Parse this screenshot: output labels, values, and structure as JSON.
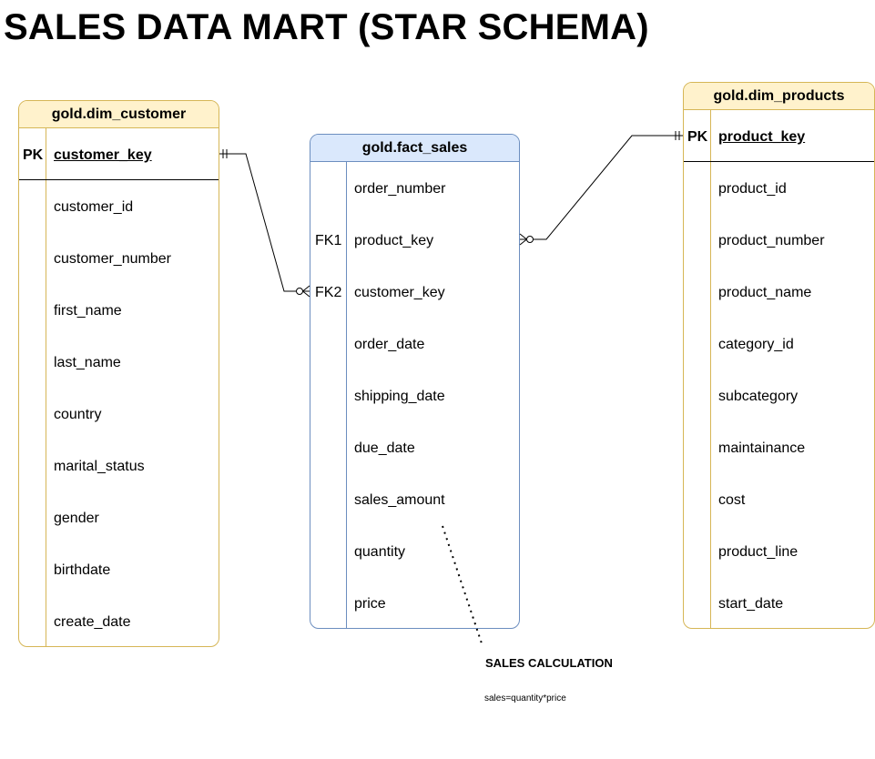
{
  "title": "SALES DATA MART (STAR SCHEMA)",
  "colors": {
    "dim_header_fill": "#fff2cc",
    "dim_border": "#d6b656",
    "fact_header_fill": "#dae8fc",
    "fact_border": "#6c8ebf"
  },
  "customer_table": {
    "name": "gold.dim_customer",
    "pk_label": "PK",
    "pk_field": "customer_key",
    "fields": [
      "customer_id",
      "customer_number",
      "first_name",
      "last_name",
      "country",
      "marital_status",
      "gender",
      "birthdate",
      "create_date"
    ]
  },
  "fact_table": {
    "name": "gold.fact_sales",
    "rows": [
      {
        "key": "",
        "field": "order_number"
      },
      {
        "key": "FK1",
        "field": "product_key"
      },
      {
        "key": "FK2",
        "field": "customer_key"
      },
      {
        "key": "",
        "field": "order_date"
      },
      {
        "key": "",
        "field": "shipping_date"
      },
      {
        "key": "",
        "field": "due_date"
      },
      {
        "key": "",
        "field": "sales_amount"
      },
      {
        "key": "",
        "field": "quantity"
      },
      {
        "key": "",
        "field": "price"
      }
    ]
  },
  "products_table": {
    "name": "gold.dim_products",
    "pk_label": "PK",
    "pk_field": "product_key",
    "fields": [
      "product_id",
      "product_number",
      "product_name",
      "category_id",
      "subcategory",
      "maintainance",
      "cost",
      "product_line",
      "start_date"
    ]
  },
  "note": {
    "title": "SALES CALCULATION",
    "formula": "sales=quantity*price"
  }
}
